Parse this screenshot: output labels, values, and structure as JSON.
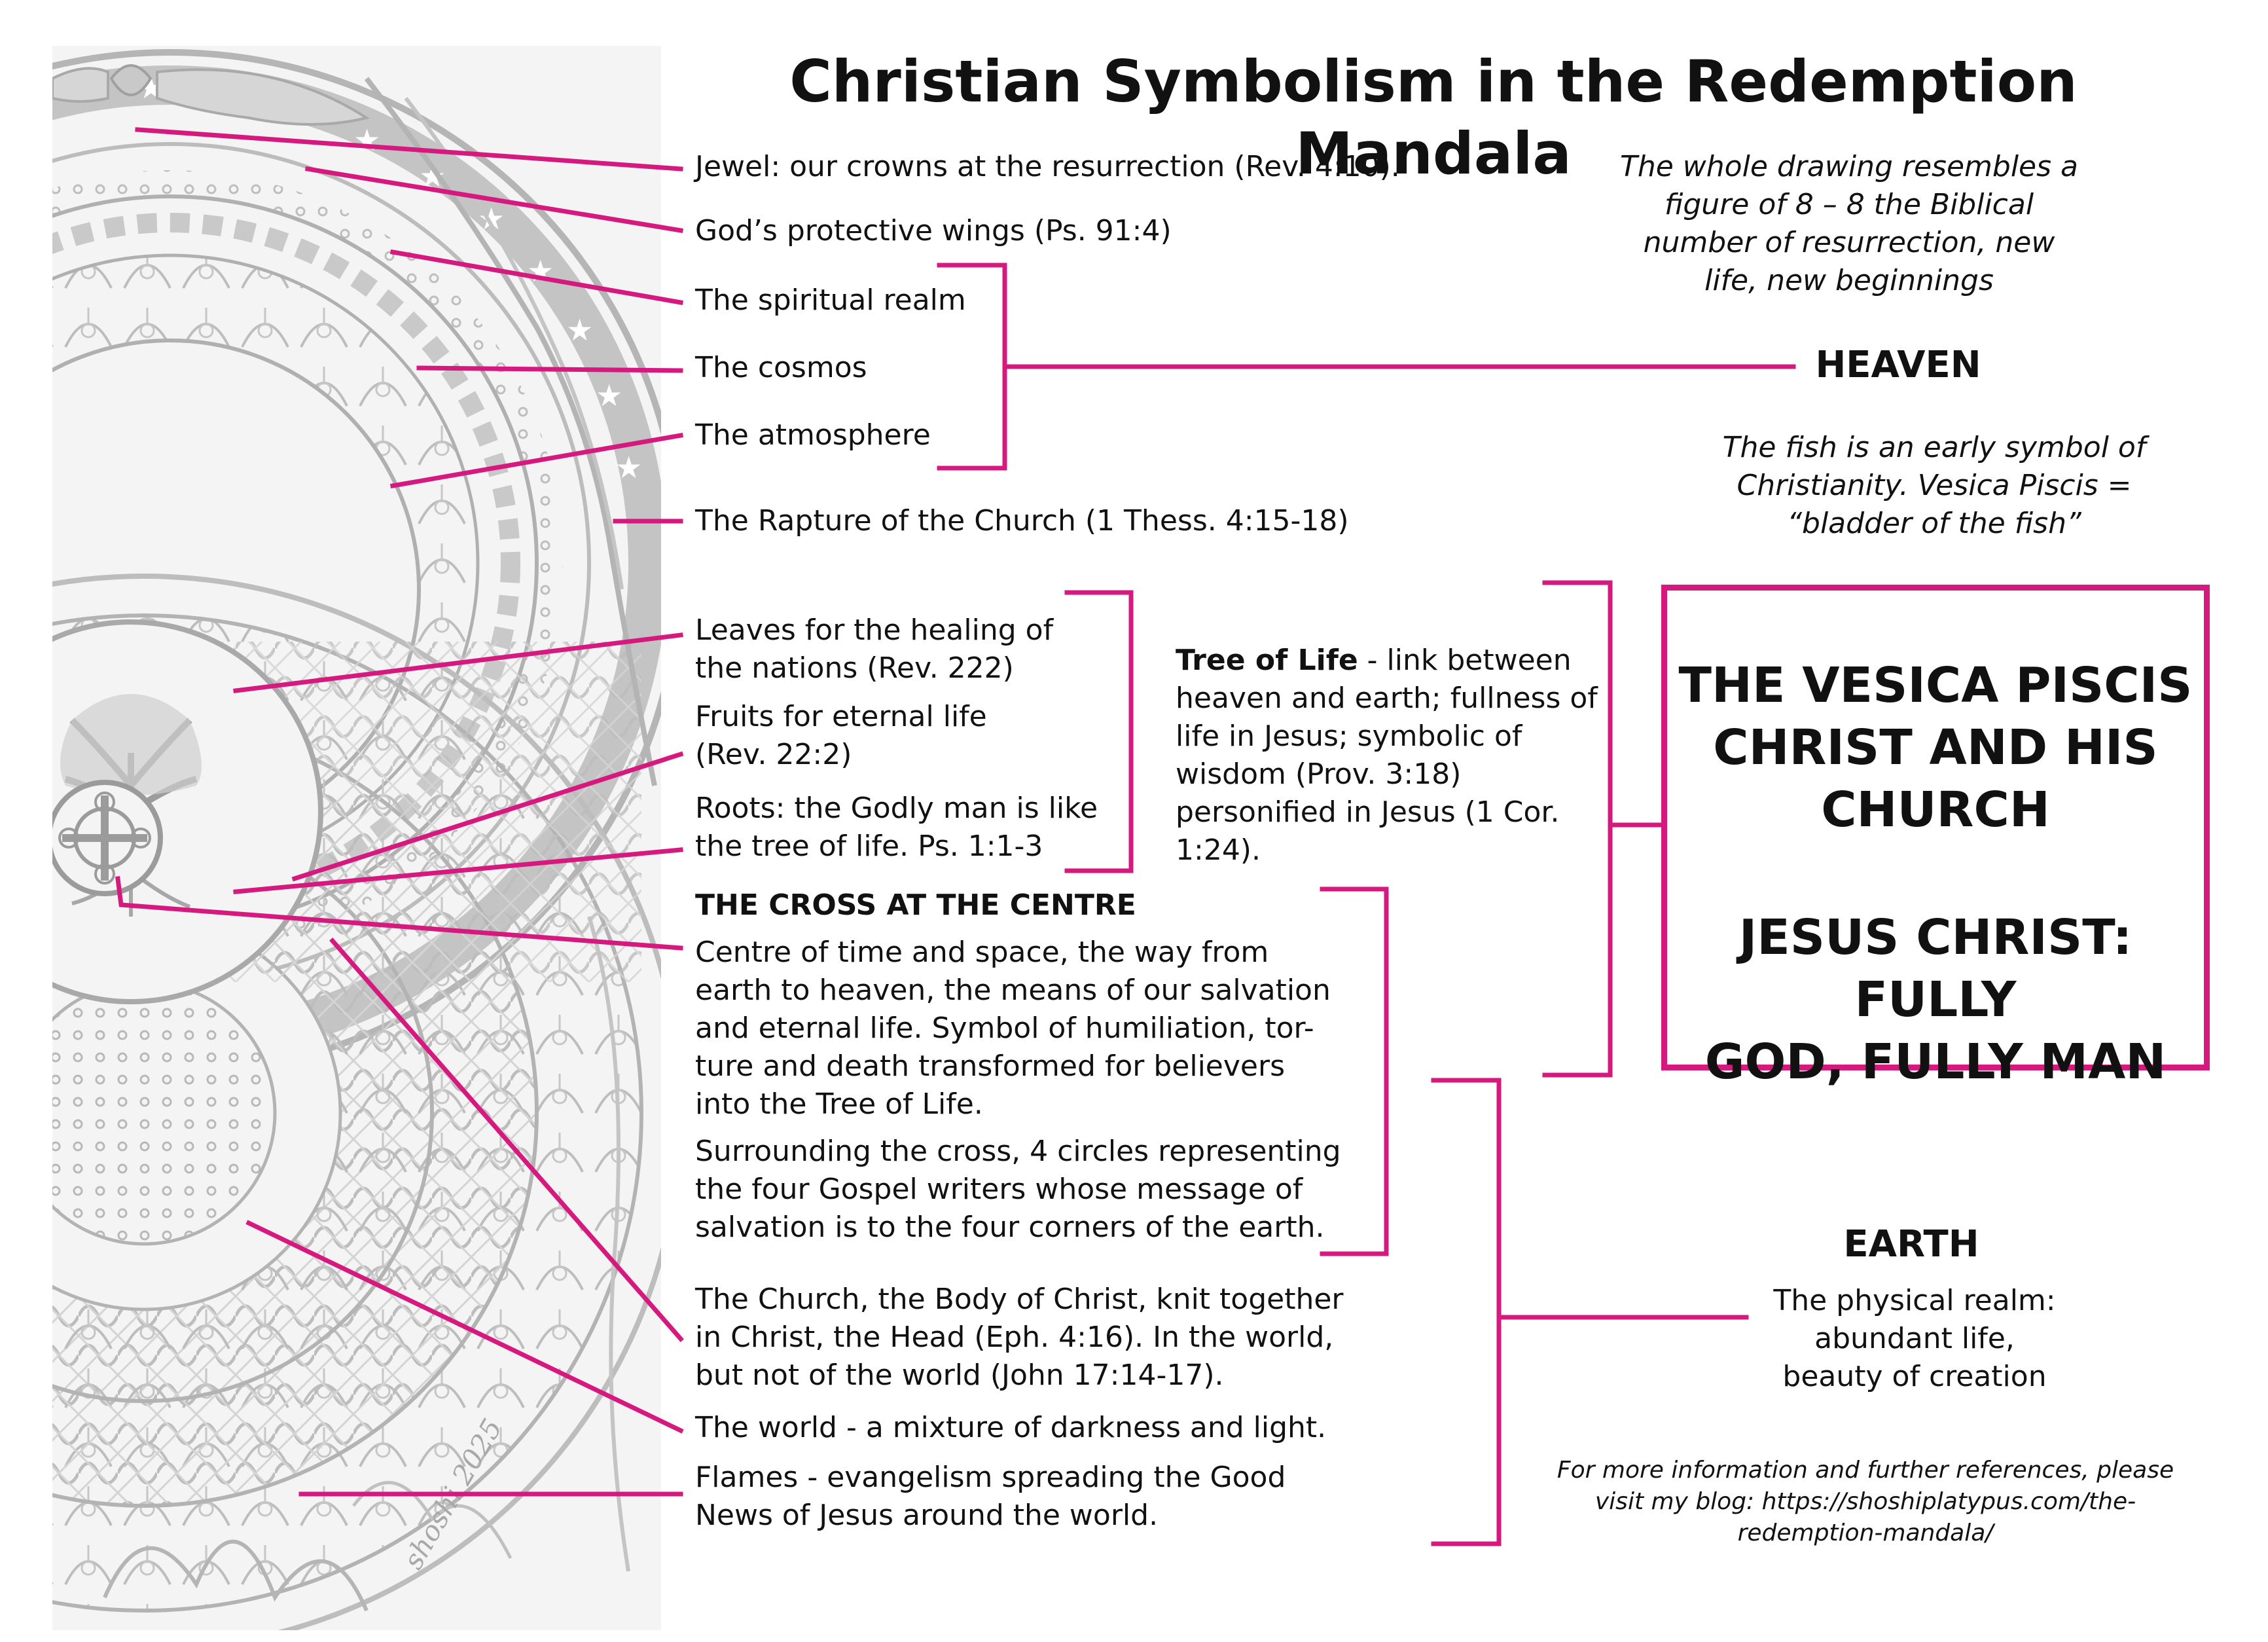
{
  "title": "Christian Symbolism in the Redemption Mandala",
  "accent_color": "#d6197f",
  "signature": "shoshi 2025",
  "labels": {
    "jewel": "Jewel: our crowns at the resurrection (Rev. 4:10).",
    "wings": "God’s protective wings (Ps. 91:4)",
    "spiritual_realm": "The spiritual realm",
    "cosmos": "The cosmos",
    "atmosphere": "The atmosphere",
    "rapture": "The Rapture of the Church (1 Thess. 4:15-18)",
    "leaves": "Leaves for the healing of\nthe nations (Rev. 222)",
    "fruits": "Fruits for eternal life\n(Rev. 22:2)",
    "roots": "Roots: the Godly man is like\nthe tree of life. Ps. 1:1-3",
    "tree_of_life_title": "Tree of Life",
    "tree_of_life_text": " - link between heaven and earth; fullness of life in Jesus; symbolic of wisdom (Prov. 3:18) personified in Jesus (1 Cor. 1:24).",
    "cross_heading": "THE CROSS AT THE CENTRE",
    "cross_text": "Centre of time and space, the way from\nearth to heaven, the means of our salvation\nand eternal life. Symbol of humiliation, tor-\nture and death transformed for believers\ninto the Tree of Life.",
    "circles_text": "Surrounding the cross, 4 circles representing\nthe four Gospel writers whose message of\nsalvation is to the four corners of the earth.",
    "church_text": "The Church, the Body of Christ, knit together\nin Christ, the Head (Eph. 4:16). In the world,\nbut not of the world (John 17:14-17).",
    "world_text": "The world - a mixture of darkness and light.",
    "flames_text": "Flames - evangelism spreading the Good\nNews of Jesus around the world."
  },
  "right_panel": {
    "figure8_note": "The whole drawing resembles a\nfigure of 8 – 8 the Biblical\nnumber of resurrection, new\nlife, new beginnings",
    "heaven_heading": "HEAVEN",
    "fish_note": "The fish is an early symbol of\nChristianity. Vesica Piscis =\n“bladder of the fish”",
    "vesica_box_line1": "THE VESICA PISCIS\nCHRIST AND HIS\nCHURCH",
    "vesica_box_line2": "JESUS CHRIST: FULLY\nGOD, FULLY MAN",
    "earth_heading": "EARTH",
    "earth_text": "The physical realm:\nabundant life,\nbeauty of creation",
    "blog_note": "For more information and further references, please\nvisit my blog: https://shoshiplatypus.com/the-\nredemption-mandala/"
  }
}
